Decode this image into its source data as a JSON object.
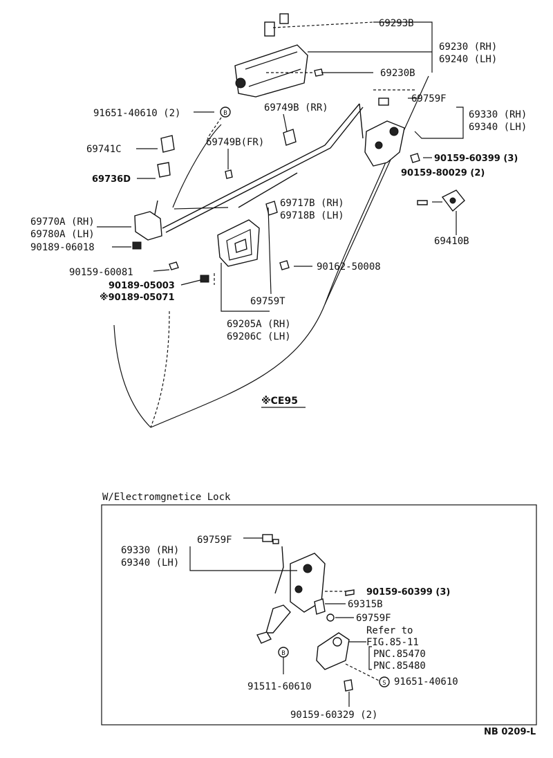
{
  "upper_labels": {
    "l_69293b": "69293B",
    "l_69230rh": "69230 (RH)",
    "l_69240lh": "69240 (LH)",
    "l_69230b": "69230B",
    "l_91651": "91651-40610 (2)",
    "l_69749brr": "69749B (RR)",
    "l_69759f_top": "69759F",
    "l_69330rh": "69330 (RH)",
    "l_69340lh": "69340 (LH)",
    "l_69741c": "69741C",
    "l_69749bfr": "69749B(FR)",
    "l_90159_60399": "90159-60399 (3)",
    "l_90159_80029": "90159-80029 (2)",
    "l_69736d": "69736D",
    "l_69717b": "69717B (RH)",
    "l_69718b": "69718B (LH)",
    "l_69410b": "69410B",
    "l_69770a": "69770A (RH)",
    "l_69780a": "69780A (LH)",
    "l_90189_06018": "90189-06018",
    "l_90162": "90162-50008",
    "l_90159_60081": "90159-60081",
    "l_90189_05003": "90189-05003",
    "l_90189_05071": "※90189-05071",
    "l_69759t": "69759T",
    "l_69205a": "69205A (RH)",
    "l_69206c": "69206C (LH)",
    "ce95": "※CE95",
    "circle_b": "B"
  },
  "inset": {
    "title": "W/Electromgnetice Lock",
    "l_69330rh": "69330 (RH)",
    "l_69340lh": "69340 (LH)",
    "l_69759f_a": "69759F",
    "l_90159_60399": "90159-60399 (3)",
    "l_69315b": "69315B",
    "l_69759f_b": "69759F",
    "refer_1": "Refer to",
    "refer_2": "FIG.85-11",
    "refer_3": "PNC.85470",
    "refer_4": "PNC.85480",
    "l_91511": "91511-60610",
    "l_91651": "91651-40610",
    "l_90159_60329": "90159-60329 (2)",
    "circle_b": "B",
    "circle_s": "S"
  },
  "footer": {
    "code": "NB 0209-L"
  }
}
